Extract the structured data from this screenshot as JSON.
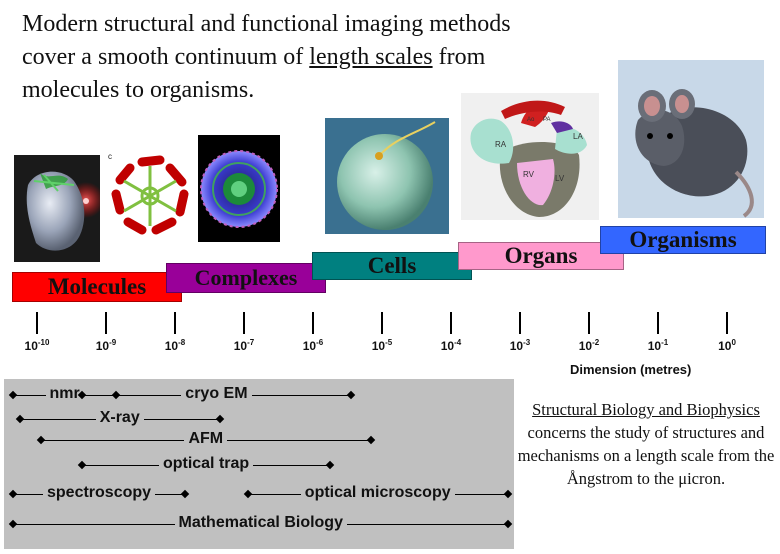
{
  "headline": {
    "part1": "Modern structural and functional imaging methods cover a smooth continuum of ",
    "underlined": "length scales",
    "part2": " from molecules to organisms."
  },
  "bands": [
    {
      "label": "Molecules",
      "color": "#ff0000"
    },
    {
      "label": "Complexes",
      "color": "#990099"
    },
    {
      "label": "Cells",
      "color": "#008080"
    },
    {
      "label": "Organs",
      "color": "#ff99cc"
    },
    {
      "label": "Organisms",
      "color": "#3366ff"
    }
  ],
  "images": {
    "complex_panel_letter": "c",
    "heart_labels": [
      "RA",
      "LA",
      "RV",
      "LV",
      "Ao",
      "PA"
    ]
  },
  "axis": {
    "ticks": [
      {
        "base": "10",
        "exp": "-10"
      },
      {
        "base": "10",
        "exp": "-9"
      },
      {
        "base": "10",
        "exp": "-8"
      },
      {
        "base": "10",
        "exp": "-7"
      },
      {
        "base": "10",
        "exp": "-6"
      },
      {
        "base": "10",
        "exp": "-5"
      },
      {
        "base": "10",
        "exp": "-4"
      },
      {
        "base": "10",
        "exp": "-3"
      },
      {
        "base": "10",
        "exp": "-2"
      },
      {
        "base": "10",
        "exp": "-1"
      },
      {
        "base": "10",
        "exp": "0"
      }
    ],
    "label": "Dimension (metres)"
  },
  "techniques": [
    {
      "name": "nmr",
      "from": -10,
      "to": -9
    },
    {
      "name": "cryo EM",
      "from": -9,
      "to": -5.6
    },
    {
      "name": "X-ray",
      "from": -9.9,
      "to": -7.5
    },
    {
      "name": "AFM",
      "from": -9.6,
      "to": -5.3
    },
    {
      "name": "optical trap",
      "from": -9,
      "to": -5.9
    },
    {
      "name": "spectroscopy",
      "from": -10,
      "to": -8
    },
    {
      "name": "optical microscopy",
      "from": -6.6,
      "to": -3.2
    },
    {
      "name": "Mathematical Biology",
      "from": -10,
      "to": -3.2
    }
  ],
  "caption": {
    "underlined": "Structural Biology and Biophysics",
    "rest": " concerns the study of structures and mechanisms on a length scale from the Ångstrom to the μicron."
  },
  "colors": {
    "panel": "#c0c0c0",
    "text": "#111111"
  }
}
